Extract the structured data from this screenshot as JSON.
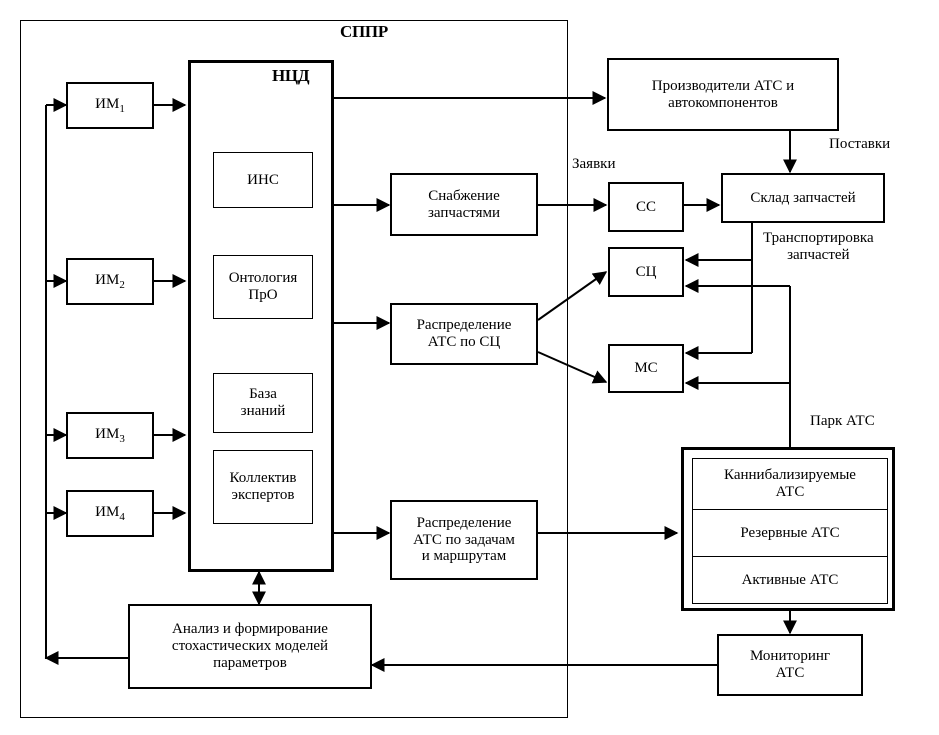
{
  "diagram": {
    "title": "СППР",
    "labels": {
      "sppr": "СППР",
      "ncd": "НЦД",
      "zayavki": "Заявки",
      "postavki": "Поставки",
      "transportirovka": "Транспортировка\nзапчастей",
      "transportirovka_l1": "Транспортировка",
      "transportirovka_l2": "запчастей",
      "park_ats": "Парк АТС"
    },
    "nodes": {
      "im1": {
        "label": "ИМ",
        "sub": "1"
      },
      "im2": {
        "label": "ИМ",
        "sub": "2"
      },
      "im3": {
        "label": "ИМ",
        "sub": "3"
      },
      "im4": {
        "label": "ИМ",
        "sub": "4"
      },
      "ins": {
        "label": "ИНС"
      },
      "ontology": {
        "line1": "Онтология",
        "line2": "ПрО"
      },
      "knowledge_base": {
        "line1": "База",
        "line2": "знаний"
      },
      "experts": {
        "line1": "Коллектив",
        "line2": "экспертов"
      },
      "manufacturers": {
        "line1": "Производители АТС и",
        "line2": "автокомпонентов"
      },
      "supply_parts": {
        "line1": "Снабжение",
        "line2": "запчастями"
      },
      "distribute_sc": {
        "line1": "Распределение",
        "line2": "АТС по СЦ"
      },
      "distribute_tasks": {
        "line1": "Распределение",
        "line2": "АТС по задачам",
        "line3": "и маршрутам"
      },
      "analysis": {
        "line1": "Анализ и формирование",
        "line2": "стохастических моделей",
        "line3": "параметров"
      },
      "cc": {
        "label": "СС"
      },
      "sc": {
        "label": "СЦ"
      },
      "ms": {
        "label": "МС"
      },
      "warehouse": {
        "label": "Склад запчастей"
      },
      "cannibalized": {
        "line1": "Каннибализируемые",
        "line2": "АТС"
      },
      "reserve": {
        "label": "Резервные  АТС"
      },
      "active": {
        "label": "Активные АТС"
      },
      "monitoring": {
        "line1": "Мониторинг",
        "line2": "АТС"
      }
    },
    "colors": {
      "stroke": "#000000",
      "fill": "#ffffff",
      "text": "#000000"
    }
  }
}
